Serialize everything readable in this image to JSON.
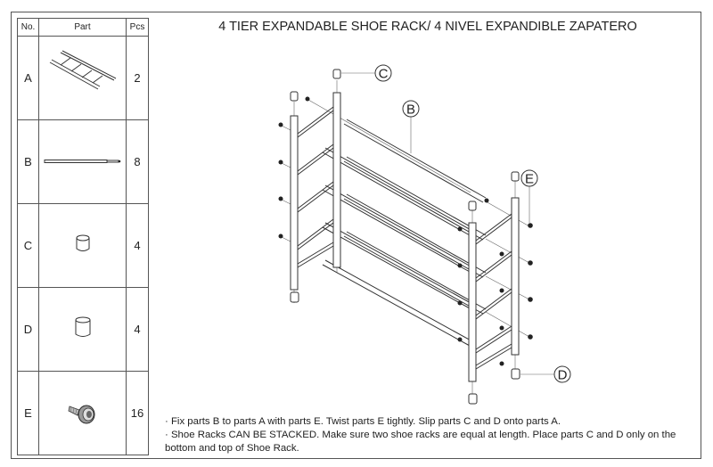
{
  "title": "4 TIER EXPANDABLE SHOE RACK/ 4 NIVEL EXPANDIBLE ZAPATERO",
  "parts_table": {
    "headers": {
      "no": "No.",
      "part": "Part",
      "pcs": "Pcs"
    },
    "rows": [
      {
        "no": "A",
        "icon": "ladder-frame-icon",
        "pcs": "2"
      },
      {
        "no": "B",
        "icon": "tube-rod-icon",
        "pcs": "8"
      },
      {
        "no": "C",
        "icon": "top-cap-icon",
        "pcs": "4"
      },
      {
        "no": "D",
        "icon": "foot-cap-icon",
        "pcs": "4"
      },
      {
        "no": "E",
        "icon": "knob-connector-icon",
        "pcs": "16"
      }
    ]
  },
  "diagram": {
    "callouts": {
      "c": "C",
      "b": "B",
      "e": "E",
      "d": "D"
    },
    "tiers": 4
  },
  "notes": [
    "· Fix parts B to parts A with parts E. Twist parts E tightly. Slip parts C and D onto parts A.",
    "· Shoe Racks CAN BE STACKED. Make sure two shoe racks are equal at length. Place parts C and D only on the bottom and top of Shoe Rack."
  ]
}
